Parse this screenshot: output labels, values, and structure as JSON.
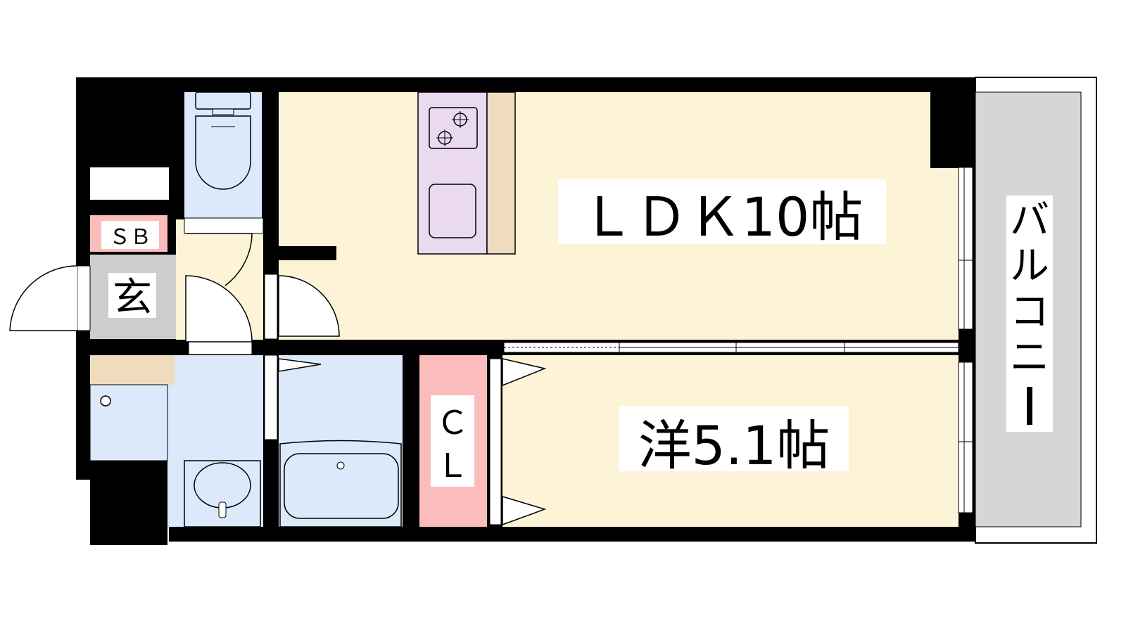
{
  "rooms": {
    "ldk": "ＬＤＫ10帖",
    "western": "洋5.1帖",
    "closet_top": "Ｃ",
    "closet_bottom": "Ｌ",
    "shoe_box": "ＳＢ",
    "entrance": "玄",
    "balcony_chars": [
      "バ",
      "ル",
      "コ",
      "ニ",
      "ー"
    ]
  },
  "colors": {
    "living_floor": "#fdf3d6",
    "wet_area": "#dbe9fb",
    "kitchen": "#ead9f1",
    "counter": "#efdcbf",
    "closet": "#fbbcbc",
    "shoe_box": "#fbbcbc",
    "entrance": "#cdcdcd",
    "balcony": "#d6d6d6",
    "wall": "#000000"
  }
}
